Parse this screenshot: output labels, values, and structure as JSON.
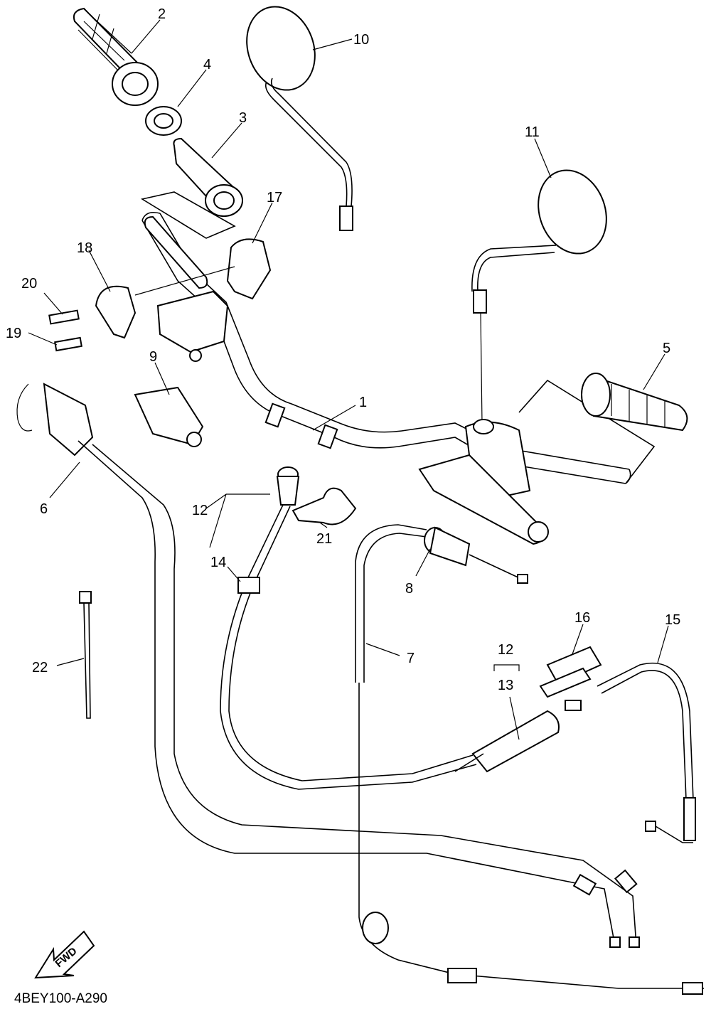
{
  "diagram": {
    "code": "4BEY100-A290",
    "direction_label": "FWD",
    "callouts": [
      {
        "id": "c1",
        "text": "1"
      },
      {
        "id": "c2",
        "text": "2"
      },
      {
        "id": "c3",
        "text": "3"
      },
      {
        "id": "c4",
        "text": "4"
      },
      {
        "id": "c5",
        "text": "5"
      },
      {
        "id": "c6",
        "text": "6"
      },
      {
        "id": "c7",
        "text": "7"
      },
      {
        "id": "c8",
        "text": "8"
      },
      {
        "id": "c9",
        "text": "9"
      },
      {
        "id": "c10",
        "text": "10"
      },
      {
        "id": "c11",
        "text": "11"
      },
      {
        "id": "c12a",
        "text": "12"
      },
      {
        "id": "c12b",
        "text": "12"
      },
      {
        "id": "c13",
        "text": "13"
      },
      {
        "id": "c14",
        "text": "14"
      },
      {
        "id": "c15",
        "text": "15"
      },
      {
        "id": "c16",
        "text": "16"
      },
      {
        "id": "c17",
        "text": "17"
      },
      {
        "id": "c18",
        "text": "18"
      },
      {
        "id": "c19",
        "text": "19"
      },
      {
        "id": "c20",
        "text": "20"
      },
      {
        "id": "c21",
        "text": "21"
      },
      {
        "id": "c22",
        "text": "22"
      }
    ]
  }
}
